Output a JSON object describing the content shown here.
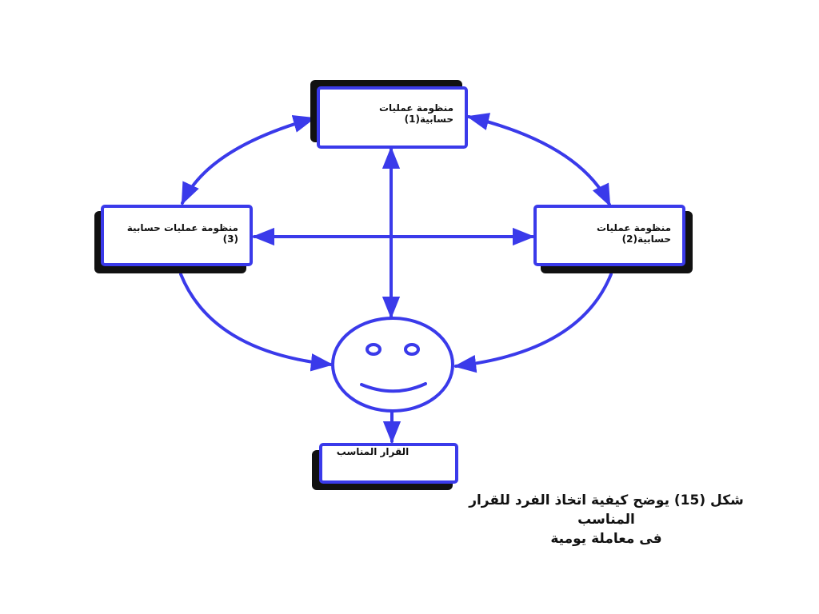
{
  "colors": {
    "accent": "#3a3aea",
    "shadow": "#111111",
    "text": "#111111",
    "background": "#ffffff"
  },
  "boxes": {
    "system1": "منظومة عمليات حسابية(1)",
    "system2": "منظومة عمليات حسابية(2)",
    "system3": "منظومة عمليات حسابية (3)",
    "decision": "القرار المناسب"
  },
  "person_icon": "smiley-face-icon",
  "caption": {
    "line1": "شكل (15) يوضح كيفية اتخاذ الفرد للقرار المناسب",
    "line2": "فى معاملة يومية"
  }
}
